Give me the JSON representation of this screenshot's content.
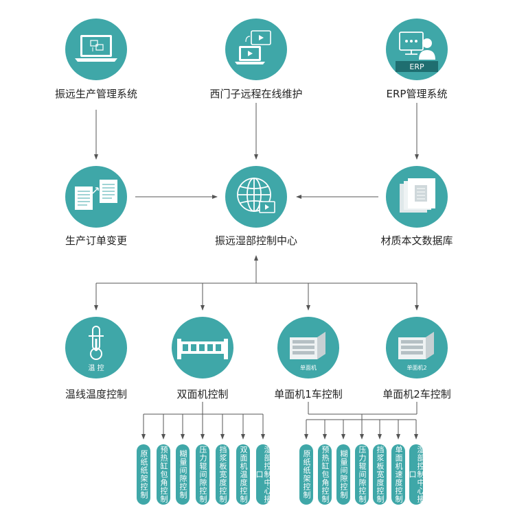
{
  "colors": {
    "node": "#3fa7a8",
    "line": "#555555",
    "pill_text": "#ffffff"
  },
  "nodes": {
    "production": {
      "label": "振远生产管理系统",
      "icon": "laptop-icon"
    },
    "siemens": {
      "label": "西门子远程在线维护",
      "icon": "remote-monitor-icon"
    },
    "erp": {
      "label": "ERP管理系统",
      "icon": "erp-user-icon",
      "icon_text": "ERP"
    },
    "order_change": {
      "label": "生产订单变更",
      "icon": "documents-icon"
    },
    "control_center": {
      "label": "振远湿部控制中心",
      "icon": "globe-icon"
    },
    "material_db": {
      "label": "材质本文数据库",
      "icon": "database-files-icon"
    },
    "temperature": {
      "label": "温线温度控制",
      "icon": "thermometer-icon",
      "icon_text": "温 控"
    },
    "double_facer": {
      "label": "双面机控制",
      "icon": "machine-icon"
    },
    "single1": {
      "label": "单面机1车控制",
      "icon": "single-facer-icon",
      "icon_text": "单面机"
    },
    "single2": {
      "label": "单面机2车控制",
      "icon": "single-facer-icon",
      "icon_text": "单面机2"
    }
  },
  "double_facer_items": [
    "原纸纸架控制",
    "预热缸包角控制",
    "糊量间隙控制",
    "压力辊间隙控制",
    "挡浆板宽度控制",
    "双面机温度控制",
    "湿部控制中心接口"
  ],
  "single_facer_items": [
    "原纸纸架控制",
    "预热缸包角控制",
    "糊量间隙控制",
    "压力辊间隙控制",
    "挡浆板宽度控制",
    "单面机速度控制",
    "湿部控制中心接口"
  ]
}
